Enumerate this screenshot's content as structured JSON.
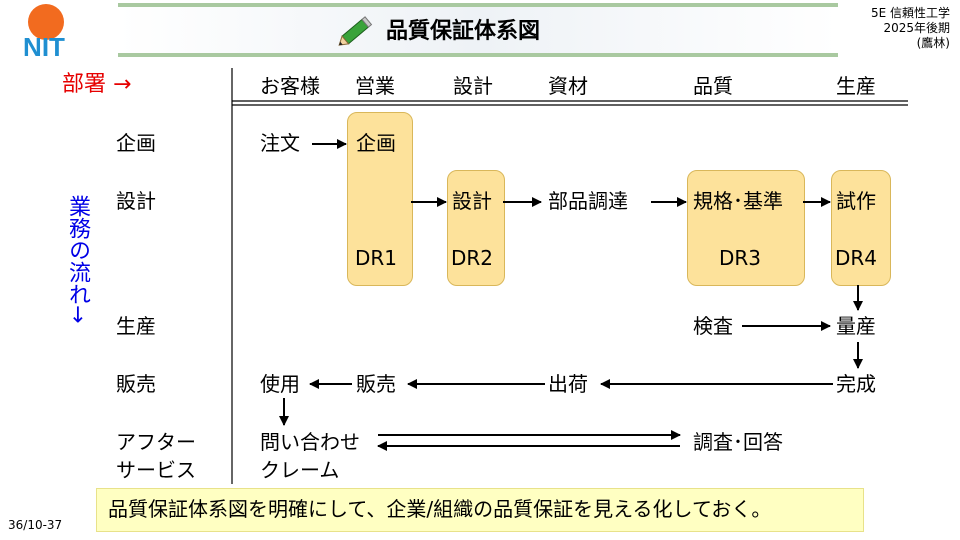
{
  "header": {
    "title": "品質保証体系図",
    "course_line1": "5E 信頼性工学",
    "course_line2": "2025年後期",
    "course_line3": "(鷹林)",
    "logo_text": "NIT"
  },
  "axes": {
    "department_label": "部署 →",
    "flow_label": "業務の流れ→"
  },
  "departments": [
    "お客様",
    "営業",
    "設計",
    "資材",
    "品質",
    "生産"
  ],
  "stages": {
    "planning": "企画",
    "design": "設計",
    "production": "生産",
    "sales": "販売",
    "after_1": "アフター",
    "after_2": "サービス"
  },
  "nodes": {
    "order": "注文",
    "sales_plan": "企画",
    "design_work": "設計",
    "procurement": "部品調達",
    "specs": "規格･基準",
    "prototype": "試作",
    "dr1": "DR1",
    "dr2": "DR2",
    "dr3": "DR3",
    "dr4": "DR4",
    "inspection": "検査",
    "mass_production": "量産",
    "completion": "完成",
    "shipping": "出荷",
    "sales_sell": "販売",
    "use": "使用",
    "inquiry": "問い合わせ",
    "complaint": "クレーム",
    "investigate": "調査･回答"
  },
  "note": "品質保証体系図を明確にして、企業/組織の品質保証を見える化しておく。",
  "page_number": "36/10-37",
  "colors": {
    "box_fill": "#fde29b",
    "dept_label": "#e60000",
    "flow_label": "#0000e6",
    "note_bg": "#ffffc2"
  }
}
